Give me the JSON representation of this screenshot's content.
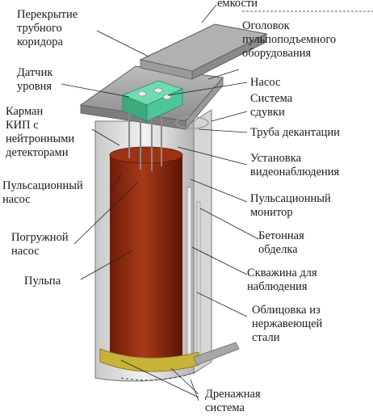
{
  "labels": {
    "top_cut": "емкости",
    "trench_cover": "Перекрытие\nтрубного\nкоридора",
    "level_sensor": "Датчик\nуровня",
    "instrument_pocket": "Карман\nКИП с\nнейтронными\nдетекторами",
    "pulse_pump_left": "Пульсационный\nнасос",
    "submersible_pump": "Погружной\nнасос",
    "pulp": "Пульпа",
    "pump_head": "Оголовок\nпульпоподъемного\nоборудования",
    "pump": "Насос",
    "blowdown": "Система\nсдувки",
    "decant_pipe": "Труба декантации",
    "video": "Установка\nвидеонаблюдения",
    "pulse_monitor": "Пульсационный\nмонитор",
    "concrete": "Бетонная\nобделка",
    "observation_well": "Скважина для\nнаблюдения",
    "steel_liner": "Облицовка из\nнержавеющей\nстали",
    "drainage": "Дренажная\nсистема"
  },
  "colors": {
    "pulp": "#8e2a10",
    "pump_block": "#4fc59a",
    "drain_ring": "#c8b23a",
    "metal": "#9a9a9a"
  }
}
